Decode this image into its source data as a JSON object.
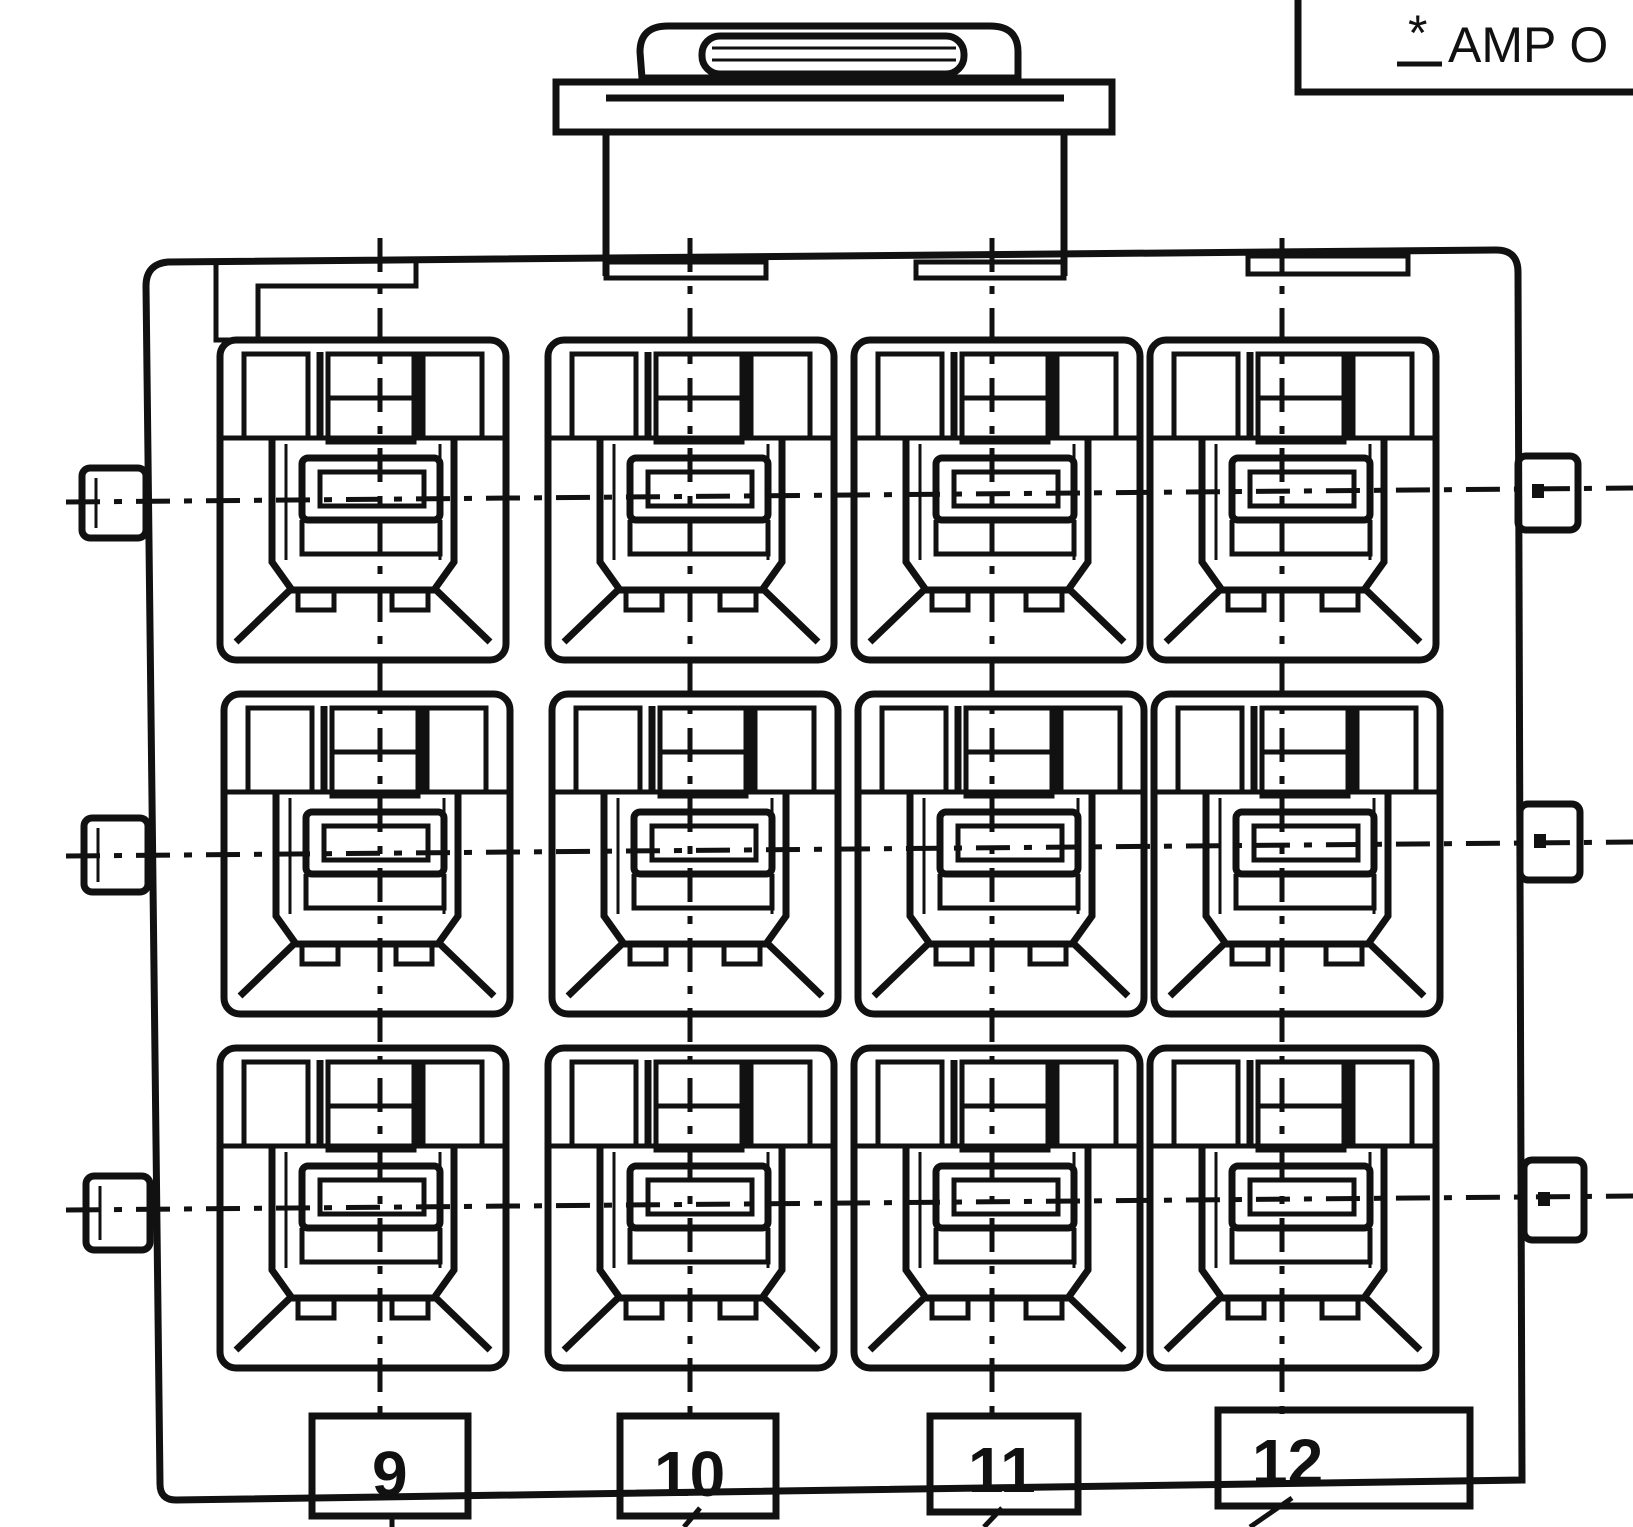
{
  "legend": {
    "marker": "*",
    "text": "AMP O"
  },
  "connector": {
    "rows": 3,
    "columns": 4,
    "cavity_numbers": [
      "9",
      "10",
      "11",
      "12"
    ]
  },
  "colors": {
    "ink": "#111111",
    "background": "#ffffff"
  }
}
